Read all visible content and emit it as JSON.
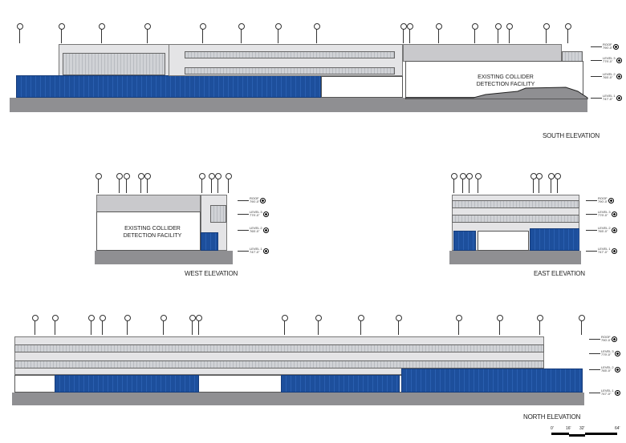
{
  "elevations": {
    "south": {
      "title": "SOUTH ELEVATION",
      "note": [
        "EXISTING COLLIDER",
        "DETECTION FACILITY"
      ]
    },
    "west": {
      "title": "WEST ELEVATION",
      "note": [
        "EXISTING COLLIDER",
        "DETECTION FACILITY"
      ]
    },
    "east": {
      "title": "EAST ELEVATION"
    },
    "north": {
      "title": "NORTH ELEVATION"
    }
  },
  "levels": [
    {
      "name": "ROOF",
      "elev": "790'-0\""
    },
    {
      "name": "LEVEL 3",
      "elev": "779'-0\""
    },
    {
      "name": "LEVEL 2",
      "elev": "765'-0\""
    },
    {
      "name": "LEVEL 1",
      "elev": "747'-0\""
    }
  ],
  "scale_bar": {
    "ticks": [
      "0'",
      "16'",
      "32'",
      "64'"
    ]
  },
  "colors": {
    "accent_blue": "#1d4f9c",
    "ground": "#8f8f92",
    "facade": "#e4e4e6"
  }
}
